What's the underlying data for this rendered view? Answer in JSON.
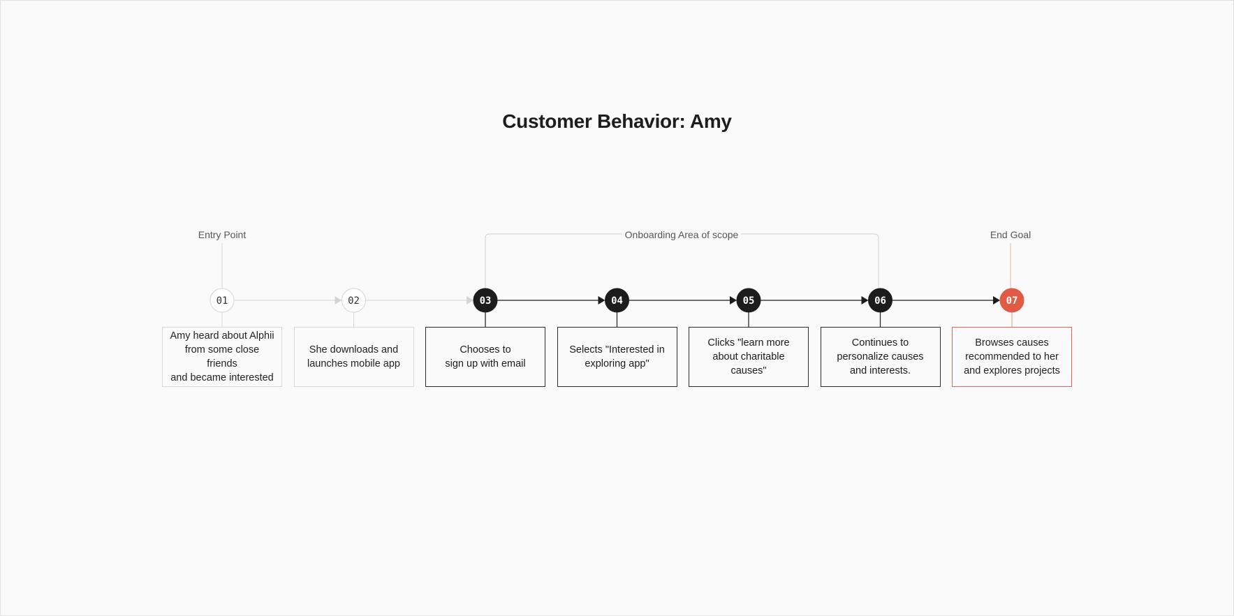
{
  "title": "Customer Behavior: Amy",
  "labels": {
    "entry": "Entry Point",
    "scope": "Onboarding Area of scope",
    "goal": "End Goal"
  },
  "colors": {
    "inactive": "#d4d4d4",
    "active": "#1c1c1c",
    "goal": "#e05a45"
  },
  "steps": [
    {
      "num": "01",
      "state": "inactive",
      "text": "Amy heard about Alphii\nfrom some close friends\nand became interested"
    },
    {
      "num": "02",
      "state": "inactive",
      "text": "She downloads and\nlaunches mobile app"
    },
    {
      "num": "03",
      "state": "active",
      "text": "Chooses to\nsign up with email"
    },
    {
      "num": "04",
      "state": "active",
      "text": "Selects \"Interested in\nexploring app\""
    },
    {
      "num": "05",
      "state": "active",
      "text": "Clicks \"learn more\nabout charitable\ncauses\""
    },
    {
      "num": "06",
      "state": "active",
      "text": "Continues to\npersonalize causes\nand interests."
    },
    {
      "num": "07",
      "state": "goal",
      "text": "Browses causes\nrecommended to her\nand explores projects"
    }
  ]
}
